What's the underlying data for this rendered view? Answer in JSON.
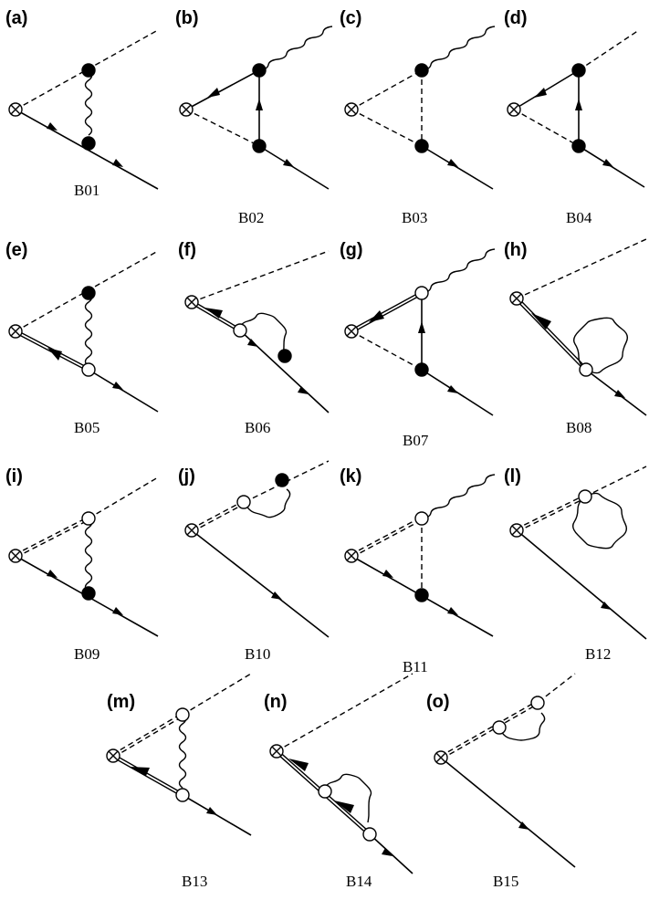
{
  "figure": {
    "panels": [
      {
        "letter": "(a)",
        "name": "B01"
      },
      {
        "letter": "(b)",
        "name": "B02"
      },
      {
        "letter": "(c)",
        "name": "B03"
      },
      {
        "letter": "(d)",
        "name": "B04"
      },
      {
        "letter": "(e)",
        "name": "B05"
      },
      {
        "letter": "(f)",
        "name": "B06"
      },
      {
        "letter": "(g)",
        "name": "B07"
      },
      {
        "letter": "(h)",
        "name": "B08"
      },
      {
        "letter": "(i)",
        "name": "B09"
      },
      {
        "letter": "(j)",
        "name": "B10"
      },
      {
        "letter": "(k)",
        "name": "B11"
      },
      {
        "letter": "(l)",
        "name": "B12"
      },
      {
        "letter": "(m)",
        "name": "B13"
      },
      {
        "letter": "(n)",
        "name": "B14"
      },
      {
        "letter": "(o)",
        "name": "B15"
      }
    ]
  }
}
